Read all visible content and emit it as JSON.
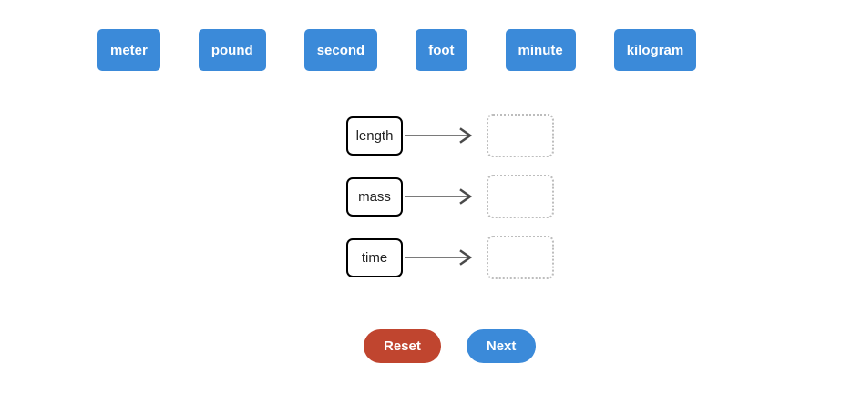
{
  "word_bank": {
    "chip_color": "#3b8ad9",
    "chips": [
      {
        "label": "meter"
      },
      {
        "label": "pound"
      },
      {
        "label": "second"
      },
      {
        "label": "foot"
      },
      {
        "label": "minute"
      },
      {
        "label": "kilogram"
      }
    ]
  },
  "match_area": {
    "rows": [
      {
        "quantity": "length",
        "answer": ""
      },
      {
        "quantity": "mass",
        "answer": ""
      },
      {
        "quantity": "time",
        "answer": ""
      }
    ],
    "arrow_icon": "arrow-right-icon",
    "box_border_color": "#000000",
    "drop_border_color": "#bdbdbd"
  },
  "actions": {
    "reset_label": "Reset",
    "next_label": "Next",
    "reset_color": "#c0452f",
    "next_color": "#3b8ad9"
  }
}
